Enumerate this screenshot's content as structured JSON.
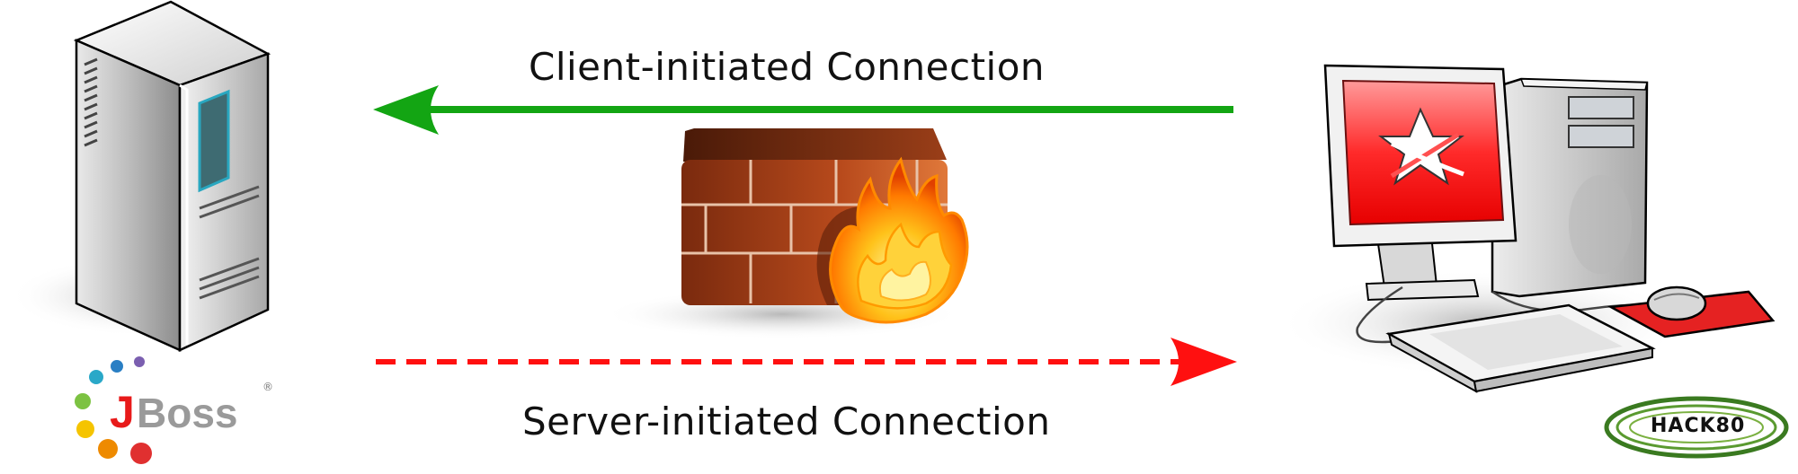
{
  "diagram": {
    "top_arrow": {
      "label": "Client-initiated Connection",
      "color": "#13a513",
      "style": "solid",
      "direction": "left"
    },
    "bottom_arrow": {
      "label": "Server-initiated Connection",
      "color": "#ff1010",
      "style": "dashed",
      "direction": "right"
    },
    "server": {
      "logo_text": "JBoss",
      "logo_mark": "®"
    },
    "firewall": {
      "brick_color": "#8a2f10",
      "flame_color": "#ff9a00"
    },
    "client": {
      "watermark": "HACK80"
    }
  }
}
